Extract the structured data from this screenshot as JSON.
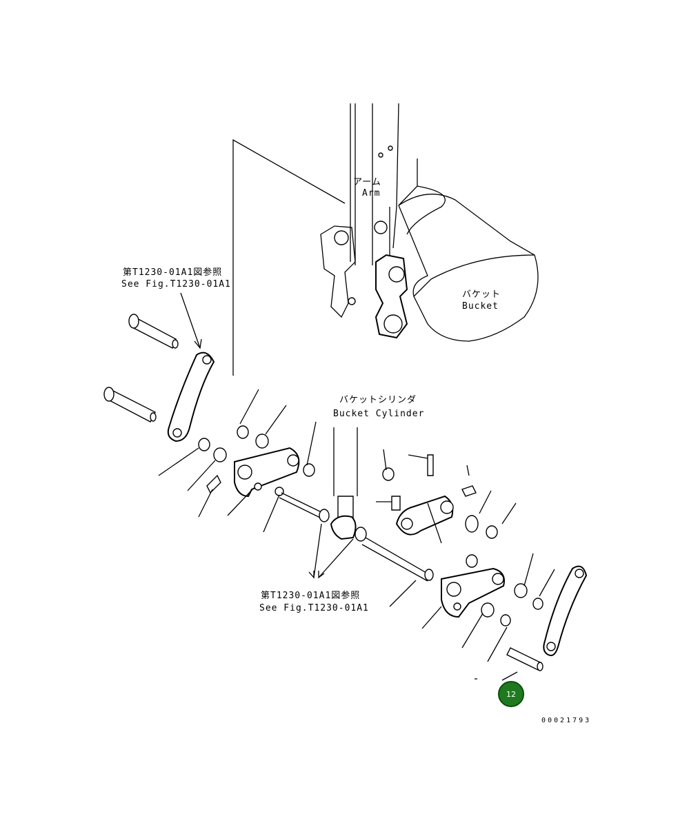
{
  "labels": {
    "arm_jp": "アーム",
    "arm_en": "Arm",
    "bucket_jp": "バケット",
    "bucket_en": "Bucket",
    "ref_top_jp": "第T1230-01A1図参照",
    "ref_top_en": "See Fig.T1230-01A1",
    "cylinder_jp": "バケットシリンダ",
    "cylinder_en": "Bucket Cylinder",
    "ref_bottom_jp": "第T1230-01A1図参照",
    "ref_bottom_en": "See Fig.T1230-01A1",
    "drawing_number": "00021793"
  },
  "callouts": [
    {
      "number": "12",
      "color": "#1f7a1f"
    }
  ]
}
